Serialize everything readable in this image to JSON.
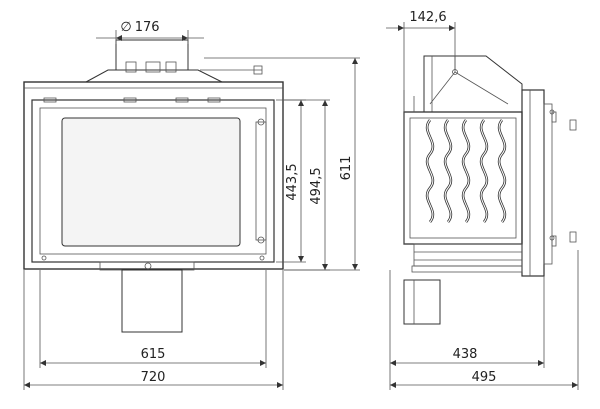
{
  "dimensions": {
    "flue_diameter": "176",
    "front_opening_height": "443,5",
    "front_frame_height": "494,5",
    "total_height": "611",
    "side_flue_offset": "142,6",
    "inner_width": "615",
    "total_width": "720",
    "side_inner_depth": "438",
    "side_total_depth": "495"
  },
  "symbols": {
    "diameter": "∅"
  }
}
